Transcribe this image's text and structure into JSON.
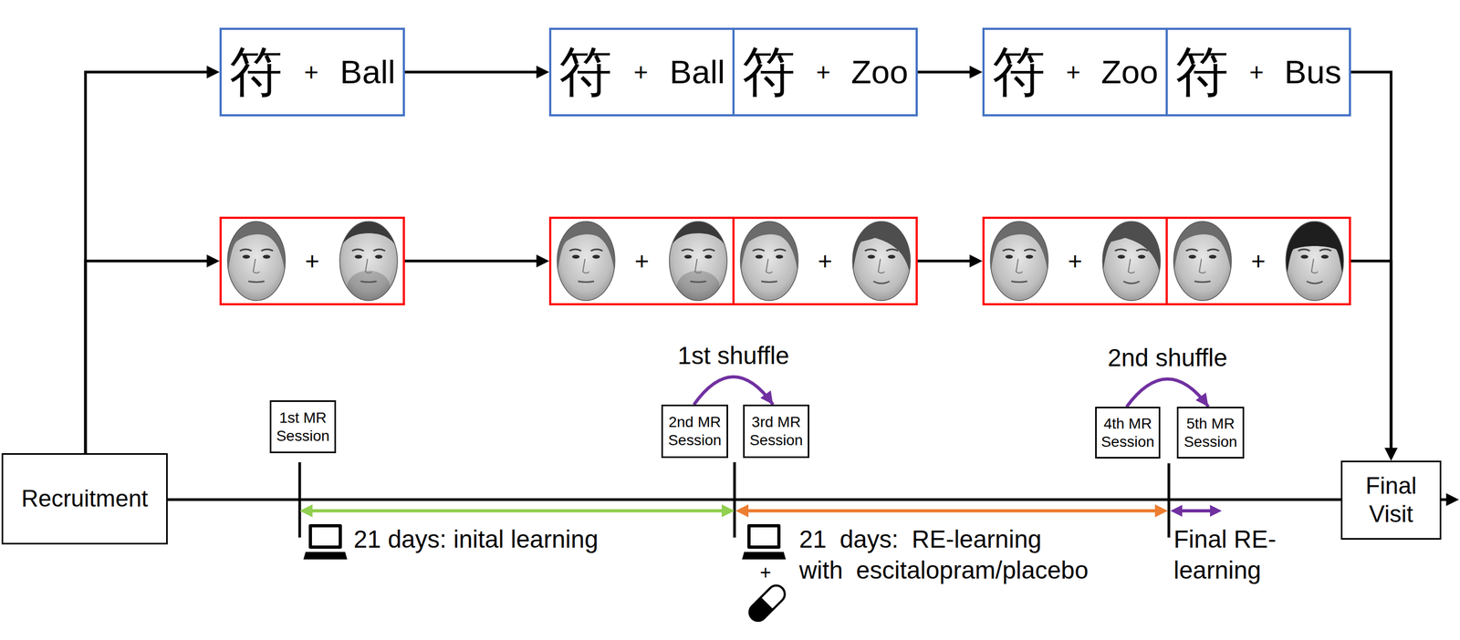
{
  "diagram": {
    "nodes": [
      {
        "text": [
          "Recruitment"
        ]
      },
      {
        "text": [
          "符",
          "+",
          "Ball"
        ]
      },
      {
        "text": [
          "+"
        ]
      },
      {
        "text": [
          "符",
          "+",
          "Ball"
        ]
      },
      {
        "text": [
          "符",
          "+",
          "Zoo"
        ]
      },
      {
        "text": [
          "+"
        ]
      },
      {
        "text": [
          "+"
        ]
      },
      {
        "text": [
          "符",
          "+",
          "Zoo"
        ]
      },
      {
        "text": [
          "符",
          "+",
          "Bus"
        ]
      },
      {
        "text": [
          "+"
        ]
      },
      {
        "text": [
          "+"
        ]
      },
      {
        "text": [
          "1st MR Session"
        ]
      },
      {
        "text": [
          "2nd MR Session"
        ]
      },
      {
        "text": [
          "3rd MR Session"
        ]
      },
      {
        "text": [
          "4th MR Session"
        ]
      },
      {
        "text": [
          "5th MR Session"
        ]
      },
      {
        "text": [
          "Final Visit"
        ]
      }
    ],
    "edges": [
      {
        "from": 0,
        "to": 1,
        "arrow": "to"
      },
      {
        "from": 0,
        "to": 2,
        "arrow": "to"
      },
      {
        "from": 1,
        "to": 3,
        "arrow": "to"
      },
      {
        "from": 2,
        "to": 5,
        "arrow": "to"
      },
      {
        "from": 4,
        "to": 7,
        "arrow": "to"
      },
      {
        "from": 6,
        "to": 9,
        "arrow": "to"
      },
      {
        "from": 8,
        "to": 16,
        "arrow": "to"
      },
      {
        "from": 10,
        "to": 16,
        "arrow": "to"
      },
      {
        "from": 0,
        "to": 16,
        "arrow": "none"
      },
      {
        "from": 12,
        "to": 13,
        "label": "1st shuffle",
        "arrow": "to"
      },
      {
        "from": 14,
        "to": 15,
        "label": "2nd shuffle",
        "arrow": "to"
      }
    ],
    "labels": [
      "21 days: inital learning",
      "21 days: RE-learning with escitalopram/placebo",
      "+",
      "Final RE-learning"
    ]
  }
}
